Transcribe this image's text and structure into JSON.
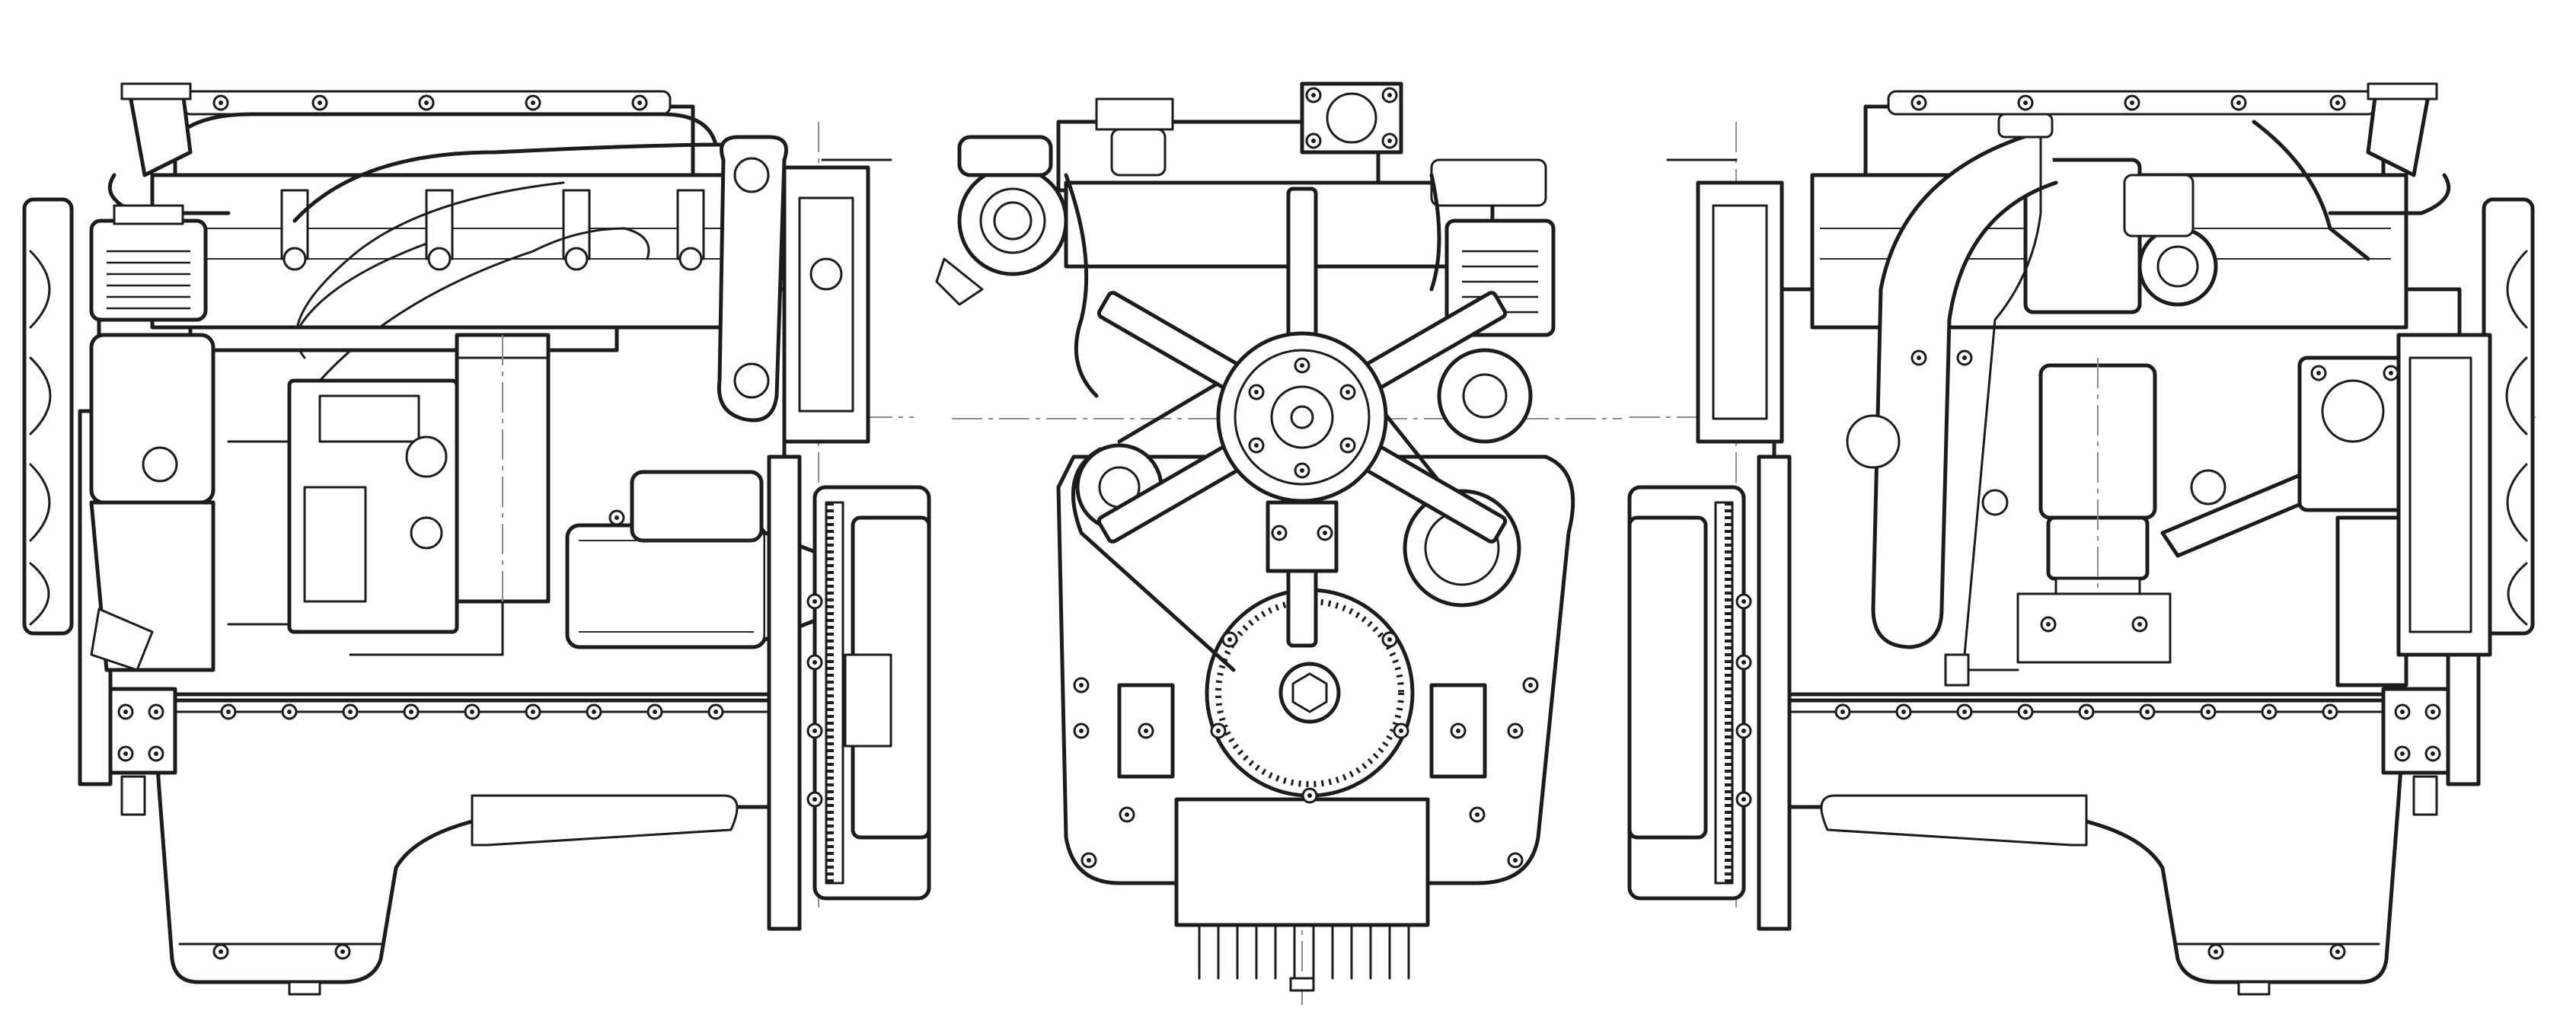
{
  "views": [
    {
      "id": "left-side",
      "label": ""
    },
    {
      "id": "front",
      "label": ""
    },
    {
      "id": "right-side",
      "label": ""
    }
  ],
  "colors": {
    "line": "#1c1c1c",
    "centerline": "#8c8c8c",
    "background": "#ffffff"
  }
}
